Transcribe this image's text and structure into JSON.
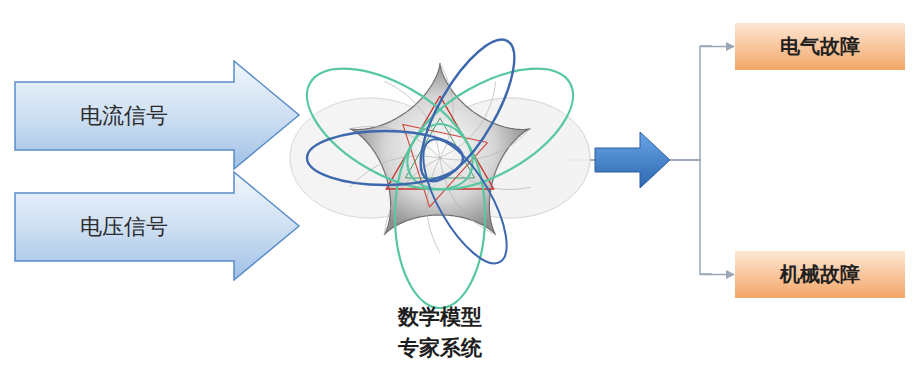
{
  "diagram": {
    "nodes": [
      {
        "text": [
          "电流信号"
        ]
      },
      {
        "text": [
          "电压信号"
        ]
      },
      {
        "text": [
          "数学模型 专家系统"
        ]
      },
      {
        "text": [
          "电气故障"
        ]
      },
      {
        "text": [
          "机械故障"
        ]
      }
    ],
    "edges": [
      {
        "from": 2,
        "to": 3,
        "arrow": "to"
      },
      {
        "from": 2,
        "to": 4,
        "arrow": "to"
      }
    ]
  }
}
